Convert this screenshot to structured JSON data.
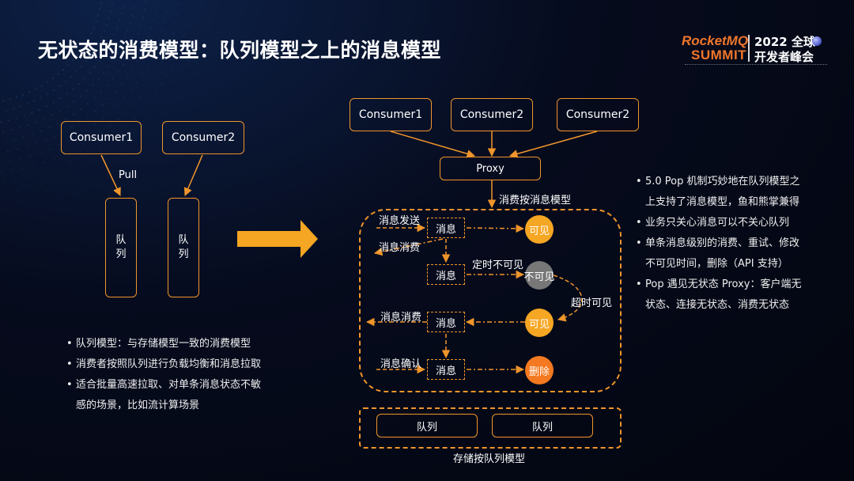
{
  "title": "无状态的消费模型：队列模型之上的消息模型",
  "logo": {
    "brand_line1": "RocketMQ",
    "brand_line2": "SUMMIT",
    "event_line1": "2022 全球",
    "event_line2": "开发者峰会"
  },
  "colors": {
    "accent": "#f0952b",
    "visible": "#f5a623",
    "invisible": "#777777",
    "delete": "#f47920"
  },
  "left": {
    "consumer1": "Consumer1",
    "consumer2": "Consumer2",
    "pull": "Pull",
    "queue1_chars": [
      "队",
      "列"
    ],
    "queue2_chars": [
      "队",
      "列"
    ],
    "bullets": [
      "队列模型：与存储模型一致的消费模型",
      "消费者按照队列进行负载均衡和消息拉取",
      "适合批量高速拉取、对单条消息状态不敏",
      "感的场景，比如流计算场景"
    ]
  },
  "right": {
    "consumers": [
      "Consumer1",
      "Consumer2",
      "Consumer2"
    ],
    "proxy": "Proxy",
    "msg_model_label": "消费按消息模型",
    "storage_label": "存储按队列模型",
    "queues": [
      "队列",
      "队列"
    ],
    "messages": [
      "消息",
      "消息",
      "消息",
      "消息"
    ],
    "labels": {
      "send": "消息发送",
      "consume1": "消息消费",
      "timer": "定时不可见",
      "timeout": "超时可见",
      "consume2": "消息消费",
      "ack": "消息确认"
    },
    "states": {
      "visible1": "可见",
      "invisible": "不可见",
      "visible2": "可见",
      "delete": "删除"
    }
  },
  "notes": [
    "5.0 Pop 机制巧妙地在队列模型之",
    "上支持了消息模型，鱼和熊掌兼得",
    "业务只关心消息可以不关心队列",
    "单条消息级别的消费、重试、修改",
    "不可见时间，删除（API 支持）",
    "Pop 遇见无状态 Proxy：客户端无",
    "状态、连接无状态、消费无状态"
  ]
}
